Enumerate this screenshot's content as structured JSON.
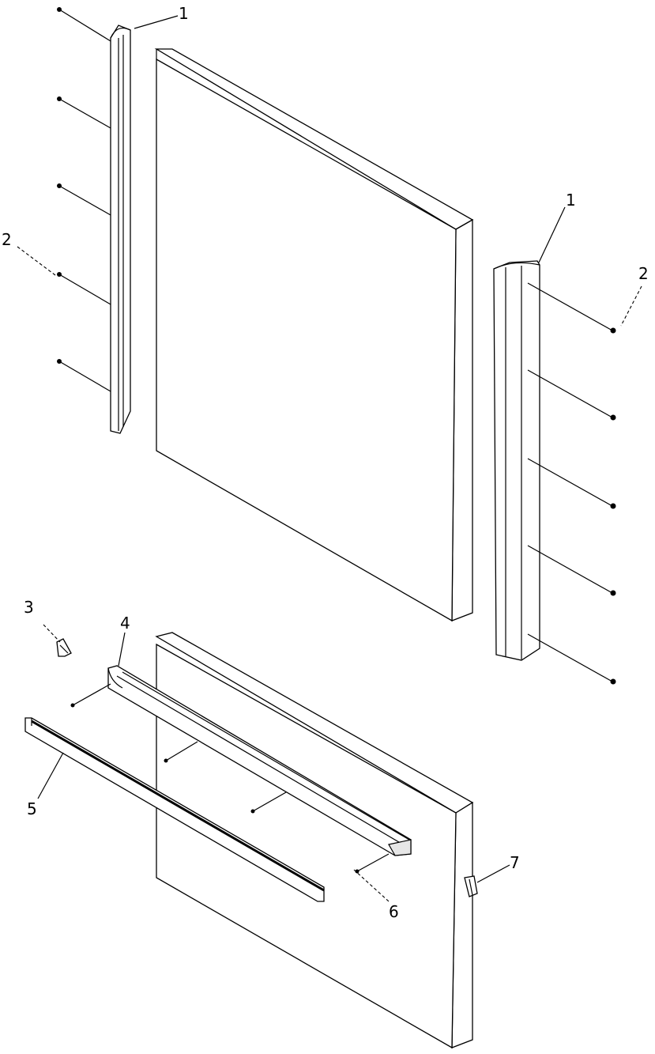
{
  "callouts": {
    "c1_left": "1",
    "c1_right": "1",
    "c2_left": "2",
    "c2_right": "2",
    "c3": "3",
    "c4": "4",
    "c5": "5",
    "c6": "6",
    "c7": "7"
  },
  "colors": {
    "line": "#000000",
    "background": "#ffffff",
    "shade": "#e6e6e6"
  }
}
